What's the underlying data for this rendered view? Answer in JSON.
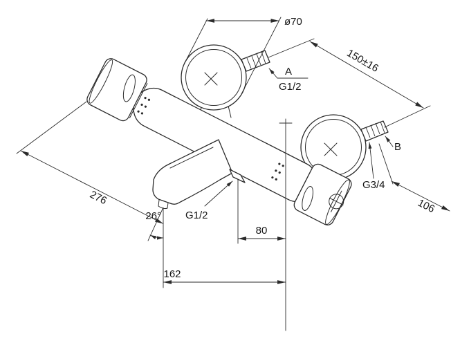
{
  "drawing": {
    "title": "Thermostatic shower mixer - dimensioned technical drawing",
    "line_color": "#2b2b2b",
    "background_color": "#ffffff",
    "labels": {
      "dia_top": "ø70",
      "wall_spacing": "150±16",
      "conn_a": "A",
      "thread_a": "G1/2",
      "conn_b": "B",
      "thread_b": "G3/4",
      "depth": "106",
      "total_length": "276",
      "spout_angle": "26°",
      "outlet_thread": "G1/2",
      "outlet_offset": "80",
      "spout_reach": "162"
    }
  }
}
